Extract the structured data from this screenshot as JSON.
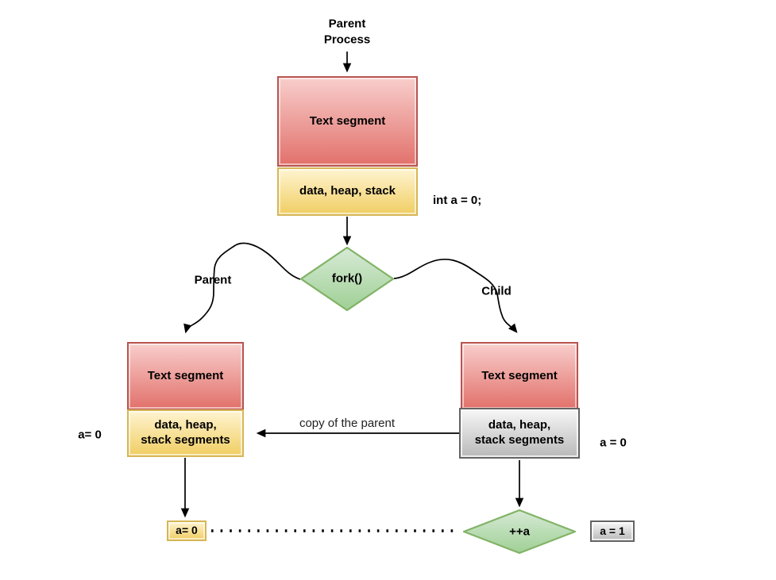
{
  "title": "Parent\nProcess",
  "parent_process": {
    "text_segment": "Text segment",
    "data_segment": "data, heap, stack",
    "annotation": "int a = 0;"
  },
  "fork": {
    "label": "fork()",
    "parent_branch_label": "Parent",
    "child_branch_label": "Child"
  },
  "parent_branch": {
    "text_segment": "Text segment",
    "data_segment": "data, heap,\nstack segments",
    "a_value": "a= 0",
    "final_value": "a= 0"
  },
  "child_branch": {
    "text_segment": "Text segment",
    "data_segment": "data, heap,\nstack segments",
    "a_value": "a = 0",
    "increment_label": "++a",
    "final_value": "a = 1"
  },
  "copy_arrow_label": "copy of the parent",
  "colors": {
    "red_fill_top": "#f8cecc",
    "red_fill_bottom": "#e2716b",
    "red_stroke": "#b85450",
    "yellow_fill_top": "#fff4d1",
    "yellow_fill_bottom": "#f0ce63",
    "yellow_stroke": "#d6b656",
    "green_fill_top": "#d7ead6",
    "green_fill_bottom": "#9fd095",
    "green_stroke": "#82b366",
    "gray_fill_top": "#f7f7f7",
    "gray_fill_bottom": "#b9b9b9",
    "gray_stroke": "#646464",
    "arrow": "#000000"
  }
}
